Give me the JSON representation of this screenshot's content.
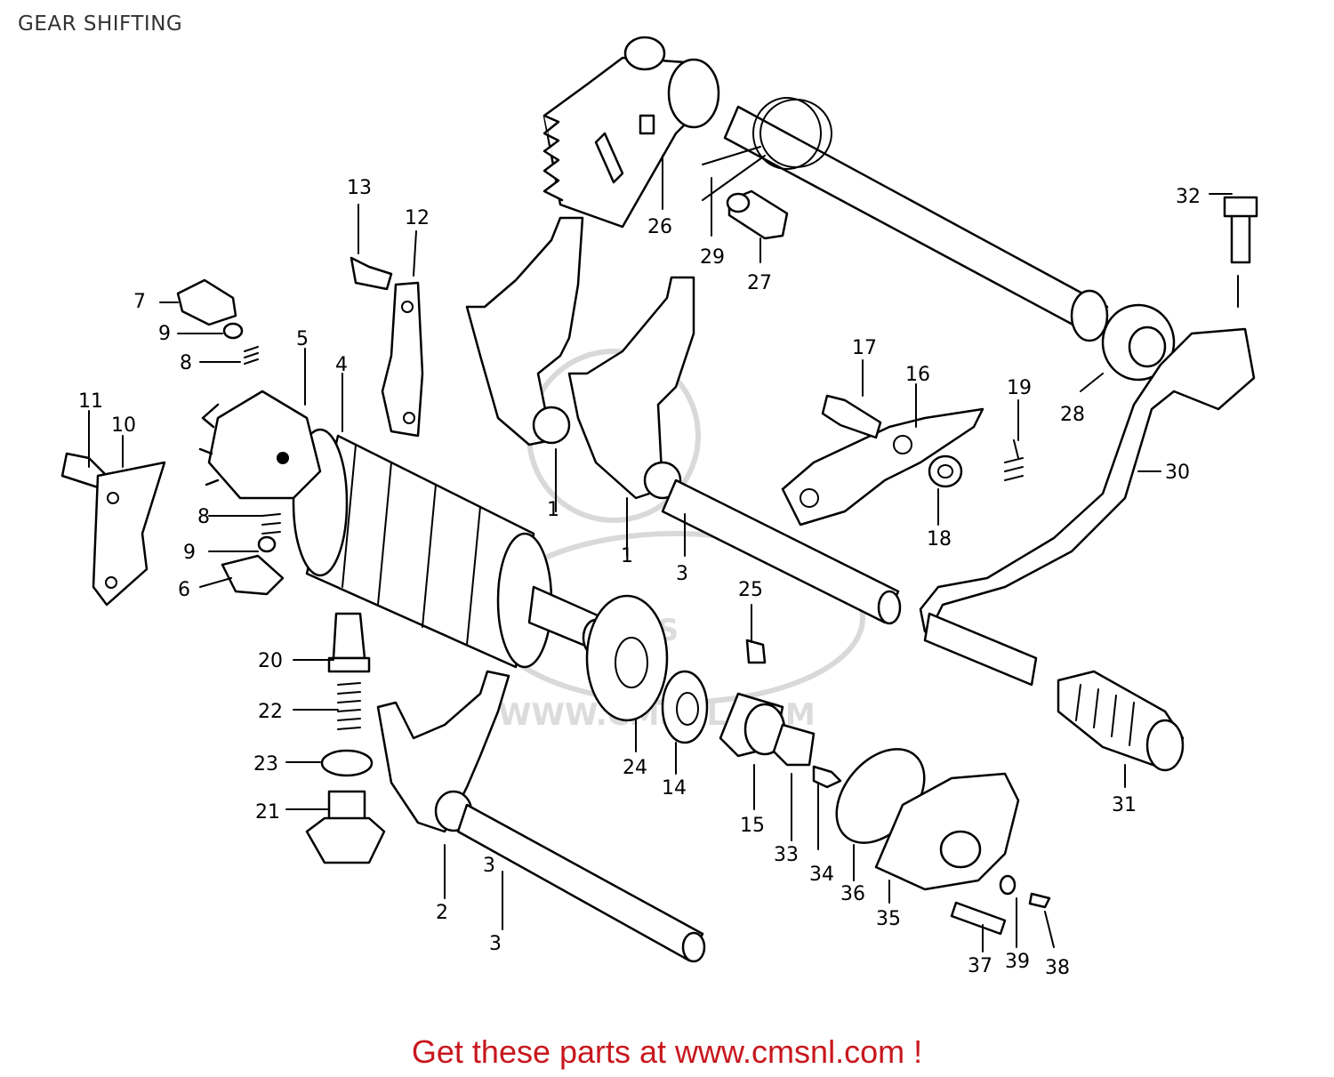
{
  "title": "GEAR SHIFTING",
  "footer": "Get these parts at www.cmsnl.com !",
  "watermark": {
    "logo_text": "CMS",
    "url_text": "WWW.CMSNL.COM"
  },
  "callouts": [
    "1",
    "1",
    "2",
    "3",
    "3",
    "3",
    "4",
    "5",
    "6",
    "7",
    "8",
    "8",
    "9",
    "9",
    "10",
    "11",
    "12",
    "13",
    "14",
    "15",
    "16",
    "17",
    "18",
    "19",
    "20",
    "21",
    "22",
    "23",
    "24",
    "25",
    "26",
    "27",
    "28",
    "29",
    "30",
    "31",
    "32",
    "33",
    "34",
    "35",
    "36",
    "37",
    "38",
    "39"
  ]
}
